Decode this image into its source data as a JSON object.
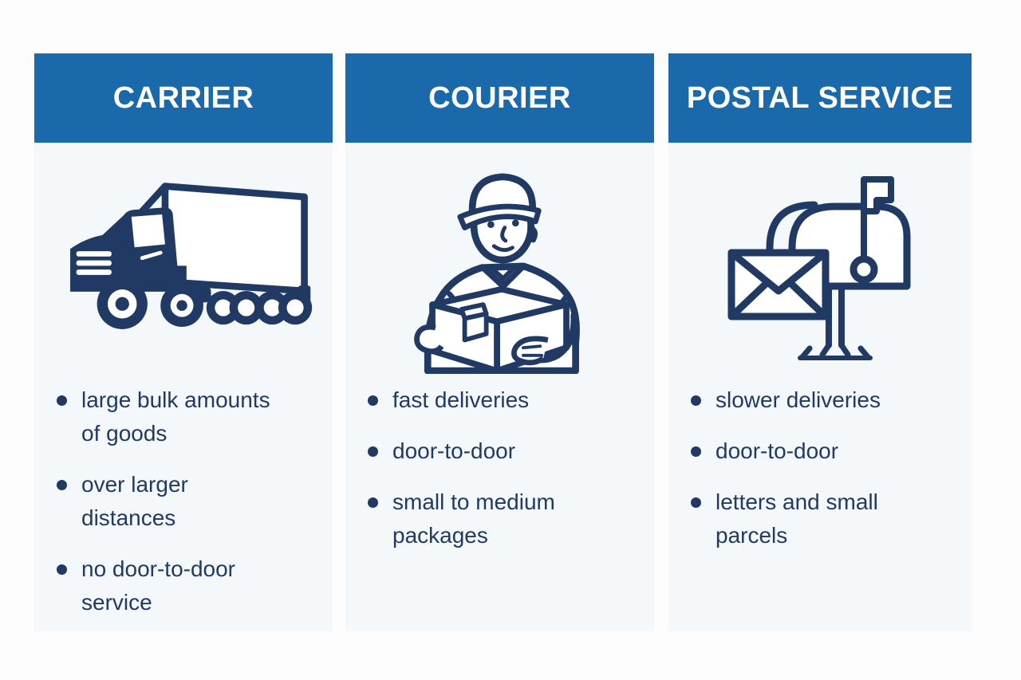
{
  "page": {
    "background": "#fdfdfd",
    "panel_background": "#f5f8fb",
    "accent_blue": "#1a69aa",
    "navy": "#213a63"
  },
  "columns": [
    {
      "header": "CARRIER",
      "icon": "truck-icon",
      "bullets": [
        "large bulk amounts\nof goods",
        "over larger\ndistances",
        "no door-to-door\nservice"
      ]
    },
    {
      "header": "COURIER",
      "icon": "courier-icon",
      "bullets": [
        "fast deliveries",
        "door-to-door",
        "small to medium\npackages"
      ]
    },
    {
      "header": "POSTAL SERVICE",
      "icon": "mailbox-icon",
      "bullets": [
        "slower deliveries",
        "door-to-door",
        "letters and small\nparcels"
      ]
    }
  ]
}
